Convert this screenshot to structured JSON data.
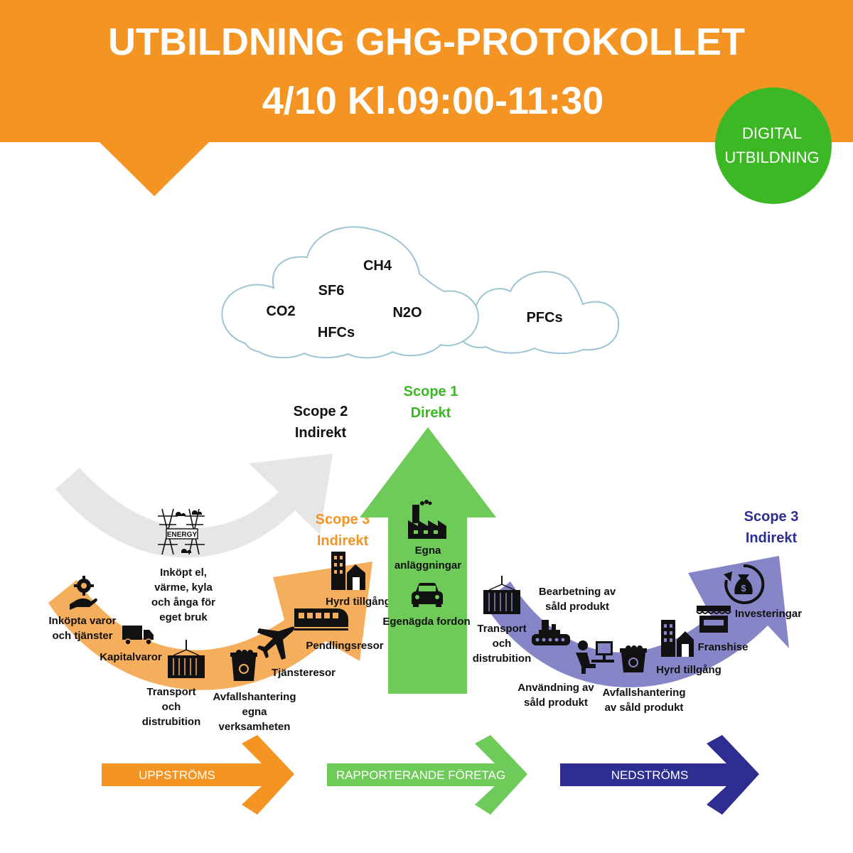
{
  "header": {
    "title": "UTBILDNING GHG-PROTOKOLLET",
    "subtitle": "4/10 Kl.09:00-11:30",
    "badge_line1": "DIGITAL",
    "badge_line2": "UTBILDNING"
  },
  "colors": {
    "orange": "#F39423",
    "light_orange": "#F5AF5C",
    "green": "#6ECB5A",
    "badge_green": "#3BB824",
    "purple": "#8585C8",
    "navy": "#2E2E92",
    "gray": "#E6E6E6",
    "cloud_stroke": "#9CC5D4"
  },
  "clouds": {
    "big": [
      "CH4",
      "SF6",
      "CO2",
      "N2O",
      "HFCs"
    ],
    "small": [
      "PFCs"
    ]
  },
  "scopes": {
    "scope2": {
      "line1": "Scope 2",
      "line2": "Indirekt"
    },
    "scope1": {
      "line1": "Scope 1",
      "line2": "Direkt"
    },
    "scope3_up": {
      "line1": "Scope 3",
      "line2": "Indirekt"
    },
    "scope3_down": {
      "line1": "Scope 3",
      "line2": "Indirekt"
    }
  },
  "icons": {
    "energy": "energy-icon",
    "gear_hand": "gear-hand-icon",
    "truck": "truck-icon",
    "container": "container-icon",
    "waste_bin": "waste-bin-icon",
    "plane": "plane-icon",
    "train": "train-icon",
    "building": "building-icon",
    "factory": "factory-icon",
    "car": "car-icon",
    "assembly": "assembly-line-icon",
    "computer_user": "computer-user-icon",
    "shop": "shop-icon",
    "investment": "money-bag-icon"
  },
  "scope2_items": {
    "energy": [
      "Inköpt el,",
      "värme, kyla",
      "och ånga för",
      "eget bruk"
    ]
  },
  "upstream_items": {
    "purchased": [
      "Inköpta varor",
      "och tjänster"
    ],
    "capital": [
      "Kapitalvaror"
    ],
    "transport": [
      "Transport",
      "och",
      "distrubition"
    ],
    "waste": [
      "Avfallshantering",
      "egna",
      "verksamheten"
    ],
    "travel": [
      "Tjänsteresor"
    ],
    "commute": [
      "Pendlingsresor"
    ],
    "leased": [
      "Hyrd tillgång"
    ]
  },
  "scope1_items": {
    "facilities": [
      "Egna",
      "anläggningar"
    ],
    "vehicles": [
      "Egenägda fordon"
    ]
  },
  "downstream_items": {
    "transport": [
      "Transport",
      "och",
      "distrubition"
    ],
    "processing": [
      "Bearbetning av",
      "såld produkt"
    ],
    "use": [
      "Användning av",
      "såld produkt"
    ],
    "waste": [
      "Avfallshantering",
      "av såld produkt"
    ],
    "leased": [
      "Hyrd tillgång"
    ],
    "franchise": [
      "Franshise"
    ],
    "investments": [
      "Investeringar"
    ]
  },
  "bottom_arrows": {
    "upstream": "UPPSTRÖMS",
    "reporting": "RAPPORTERANDE FÖRETAG",
    "downstream": "NEDSTRÖMS"
  }
}
